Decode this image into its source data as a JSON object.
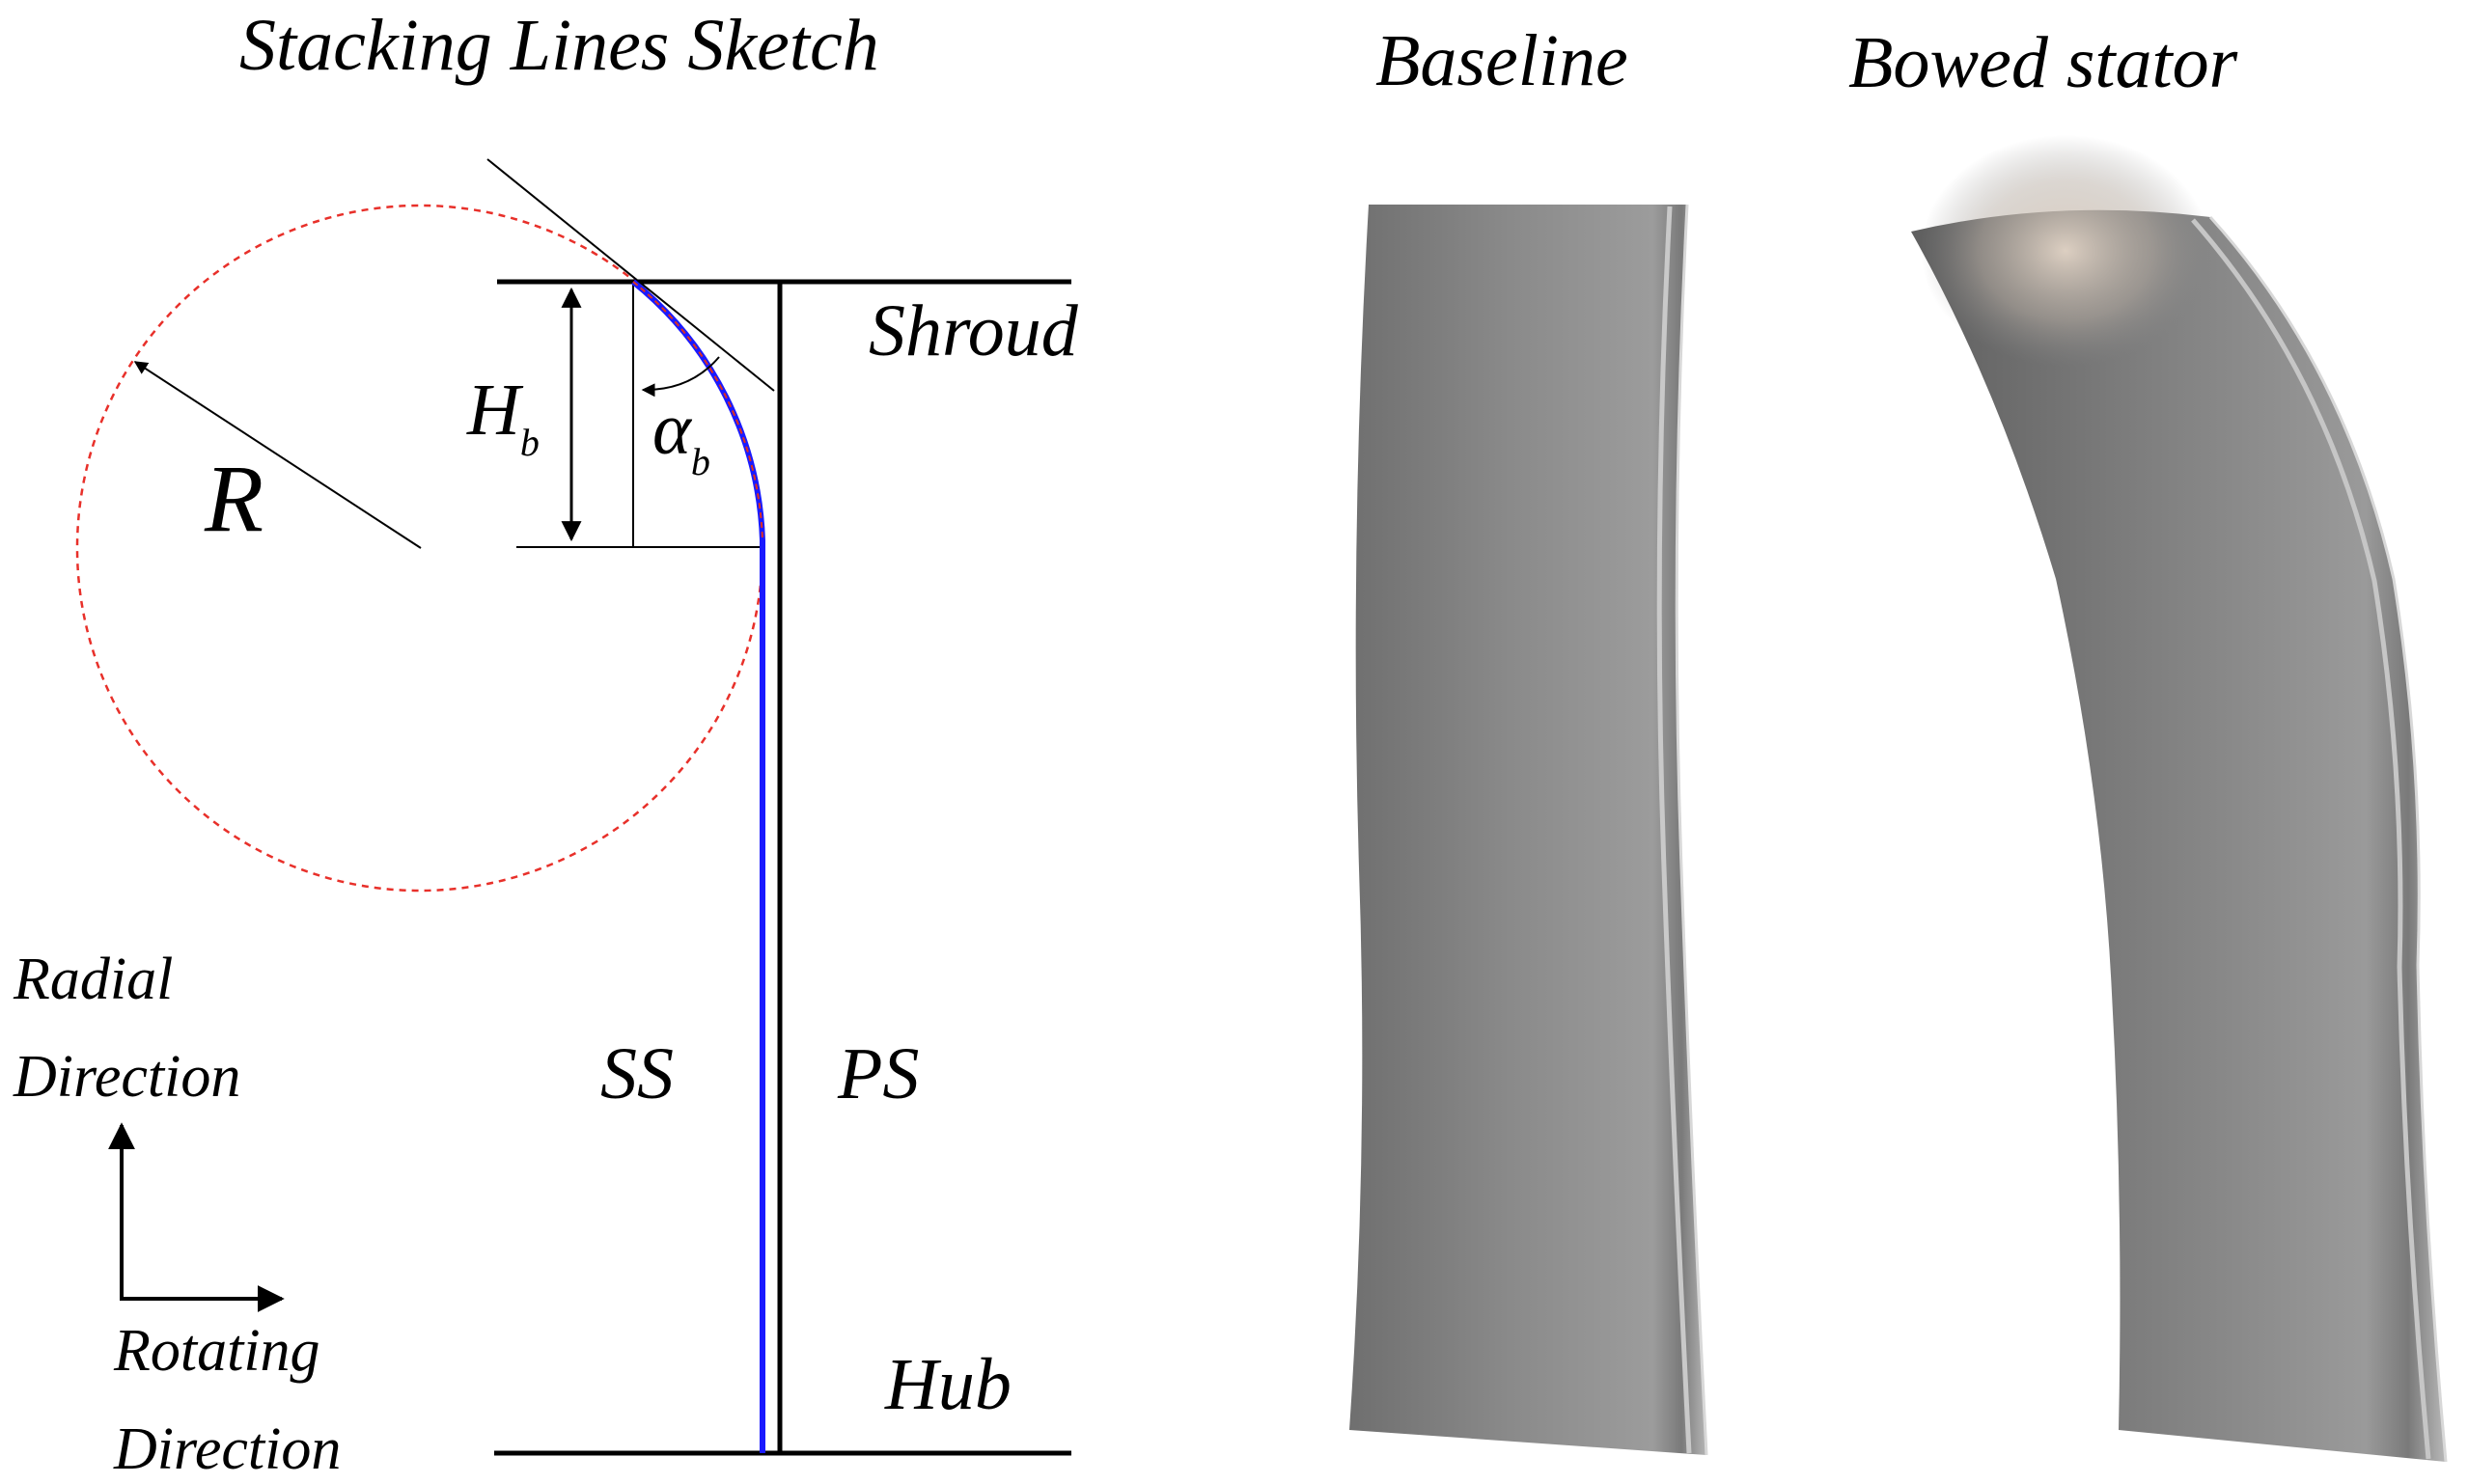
{
  "titles": {
    "sketch": "Stacking Lines Sketch",
    "baseline": "Baseline",
    "bowed": "Bowed stator"
  },
  "labels": {
    "shroud": "Shroud",
    "hub": "Hub",
    "ss": "SS",
    "ps": "PS",
    "radius": "R",
    "height_main": "H",
    "height_sub": "b",
    "angle_main": "α",
    "angle_sub": "b"
  },
  "axes_legend": {
    "radial_line1": "Radial",
    "radial_line2": "Direction",
    "rotating_line1": "Rotating",
    "rotating_line2": "Direction"
  },
  "colors": {
    "baseline_stacking_line": "#000000",
    "bowed_stacking_line": "#1a1aff",
    "bow_curve_overlay": "#e0301e",
    "circle": "#e8302a",
    "blade_surface": "#8e8e8e"
  }
}
